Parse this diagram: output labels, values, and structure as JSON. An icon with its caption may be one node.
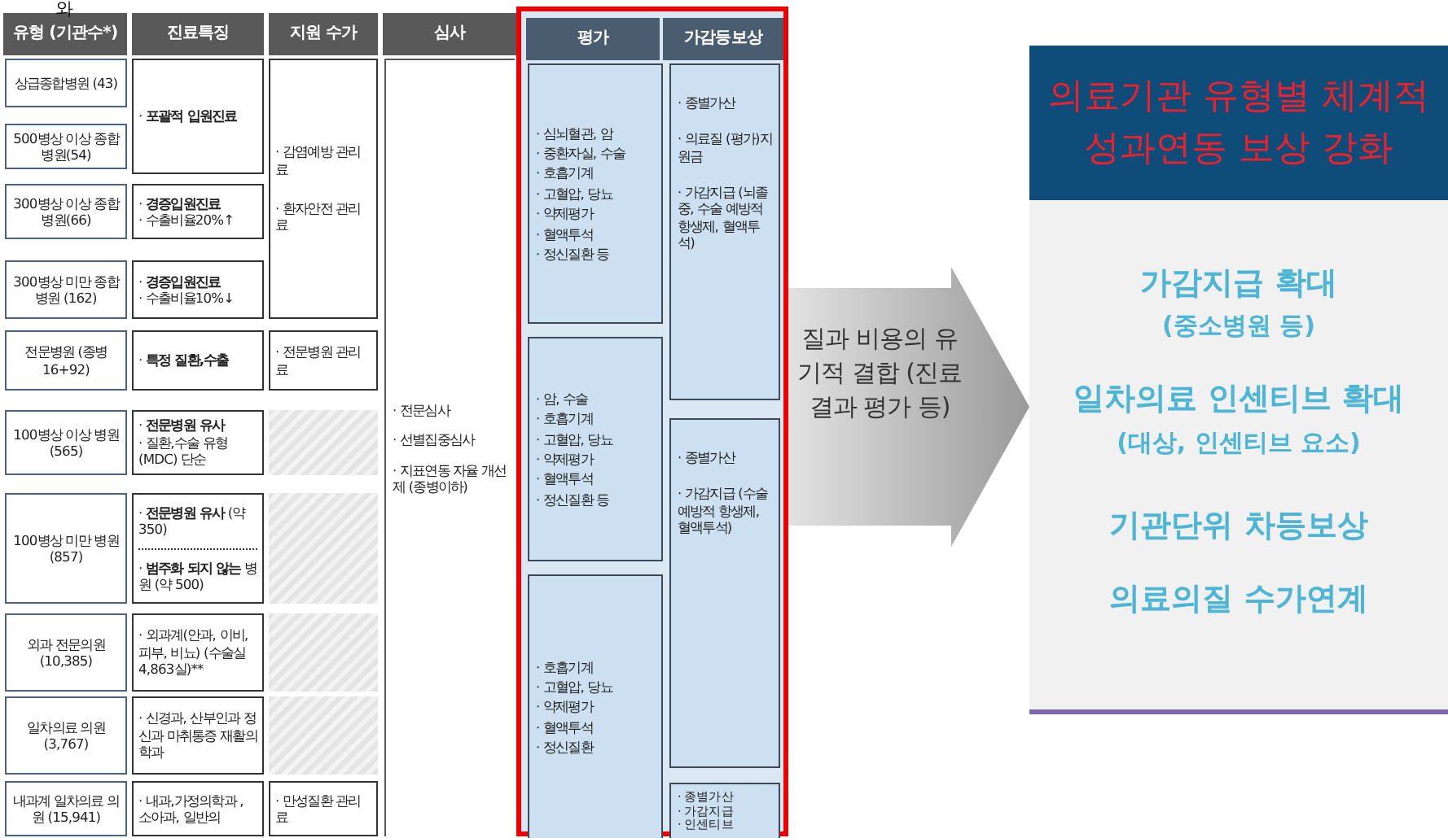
{
  "diagram": {
    "nodes": [
      {
        "text": [
          "유형 (기관수*)"
        ]
      },
      {
        "text": [
          "진료특징"
        ]
      },
      {
        "text": [
          "지원 수가"
        ]
      },
      {
        "text": [
          "심사"
        ]
      },
      {
        "text": [],
        "shape": "box"
      },
      {
        "text": [
          "평가"
        ],
        "in": 4
      },
      {
        "text": [
          "가감등보상"
        ],
        "in": 4
      },
      {
        "text": [
          "상급종합병원 (43)"
        ]
      },
      {
        "text": [
          "500병상 이상 종합병원(54)"
        ]
      },
      {
        "text": [
          "300병상 이상 종합병원(66)"
        ]
      },
      {
        "text": [
          "300병상 미만 종합병원 (162)"
        ]
      },
      {
        "text": [
          "전문병원 (종병16+92)"
        ]
      },
      {
        "text": [
          "100병상 이상 병원 (565)"
        ]
      },
      {
        "text": [
          "100병상 미만 병원 (857)"
        ]
      },
      {
        "text": [
          "외과 전문의원 (10,385)"
        ]
      },
      {
        "text": [
          "일차의료 의원 (3,767)"
        ]
      },
      {
        "text": [
          "내과계 일차의료 의원 (15,941)"
        ]
      },
      {
        "text": [
          "· **포괄적 입원진료**"
        ]
      },
      {
        "text": [
          "· **경증입원진료**",
          "· 수출비율20%↑"
        ]
      },
      {
        "text": [
          "· **경증입원진료**",
          "· 수출비율10%↓"
        ]
      },
      {
        "text": [
          "· **특정 질환,수출**"
        ]
      },
      {
        "text": [
          "· **전문병원 유사**",
          "· 질환,수술 유형(MDC) 단순"
        ]
      },
      {
        "text": [
          "· **전문병원 유사** (약 350)",
          "· **범주화 되지 않는** 병원 (약 500)"
        ]
      },
      {
        "text": [
          "· 외과계(안과, 이비, 피부, 비뇨) (수술실 4,863실)**"
        ]
      },
      {
        "text": [
          "· 신경과, 산부인과 정신과 마취통증 재활의학과"
        ]
      },
      {
        "text": [
          "· 내과,가정의학과 , 소아과, 일반의"
        ]
      },
      {
        "text": [
          "· 감염예방 관리료",
          "· 환자안전 관리료"
        ]
      },
      {
        "text": [
          "· 전문병원 관리료"
        ]
      },
      {
        "text": [],
        "shape": "box"
      },
      {
        "text": [],
        "shape": "box"
      },
      {
        "text": [],
        "shape": "box"
      },
      {
        "text": [],
        "shape": "box"
      },
      {
        "text": [
          "· 만성질환 관리료"
        ]
      },
      {
        "text": [
          "· 전문심사",
          "· 선별집중심사",
          "· 지표연동 자율 개선제 (종병이하)"
        ]
      },
      {
        "text": [
          "· 심뇌혈관, 암",
          "· 중환자실, 수술",
          "· 호흡기계",
          "· 고혈압, 당뇨",
          "· 약제평가",
          "· 혈액투석",
          "· 정신질환 등"
        ],
        "in": 4
      },
      {
        "text": [
          "· 암, 수술",
          "· 호흡기계",
          "· 고혈압, 당뇨",
          "· 약제평가",
          "· 혈액투석",
          "· 정신질환 등"
        ],
        "in": 4
      },
      {
        "text": [
          "· 호흡기계",
          "· 고혈압, 당뇨",
          "· 약제평가",
          "· 혈액투석",
          "· 정신질환"
        ],
        "in": 4
      },
      {
        "text": [
          "· 종별가산",
          "· 의료질 (평가)지원금",
          "· 가감지급 (뇌졸중, 수술 예방적항생제, 혈액투석)"
        ],
        "in": 4
      },
      {
        "text": [
          "· 종별가산",
          "· 가감지급 (수술 예방적 항생제, 혈액투석)"
        ],
        "in": 4
      },
      {
        "text": [
          "· 종별가산",
          "· 가감지급",
          "· 인센티브"
        ],
        "in": 4
      },
      {
        "text": [
          "의료기관 유형별 체계적 성과연동 보상 강화",
          "가감지급 확대",
          "(중소병원 등)",
          "일차의료 인센티브 확대",
          "(대상, 인센티브 요소)",
          "기관단위 차등보상",
          "의료의질 수가연계"
        ]
      }
    ],
    "edges": [
      {
        "from": 4,
        "to": 40,
        "arrow": "to",
        "label": "질과 비용의 유기적 결합 (진료결과 평가 등)"
      }
    ],
    "labels": [
      "와"
    ]
  }
}
